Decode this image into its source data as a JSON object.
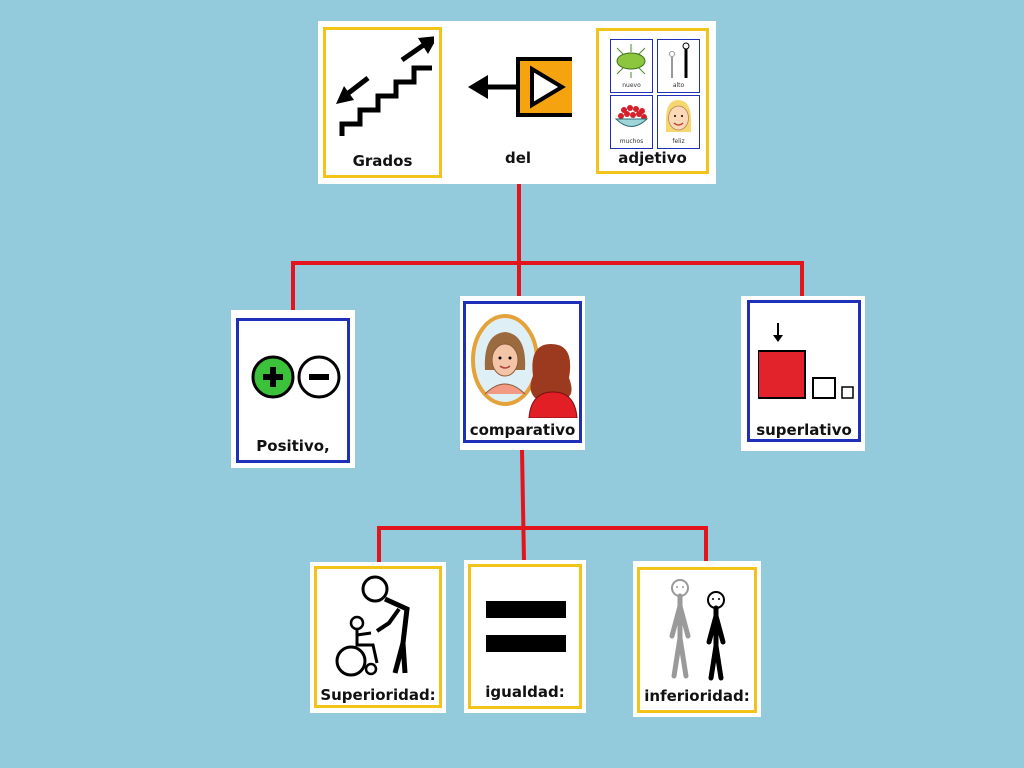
{
  "title": {
    "word1": "Grados",
    "word2": "del",
    "word3": "adjetivo"
  },
  "mini_grid": {
    "cell1": "nuevo",
    "cell2": "alto",
    "cell3": "muchos",
    "cell4": "feliz"
  },
  "level1": {
    "positive": "Positivo,",
    "comparative": "comparativo",
    "superlative": "superlativo"
  },
  "level2": {
    "superiority": "Superioridad:",
    "equality": "igualdad:",
    "inferiority": "inferioridad:"
  },
  "colors": {
    "background": "#93cbdd",
    "connector": "#e3141c",
    "frame_yellow": "#f2c41a",
    "frame_blue": "#1f2fb8",
    "plus_green": "#3cc13b",
    "superlative_red": "#e3232b",
    "play_orange": "#f5a40f"
  }
}
